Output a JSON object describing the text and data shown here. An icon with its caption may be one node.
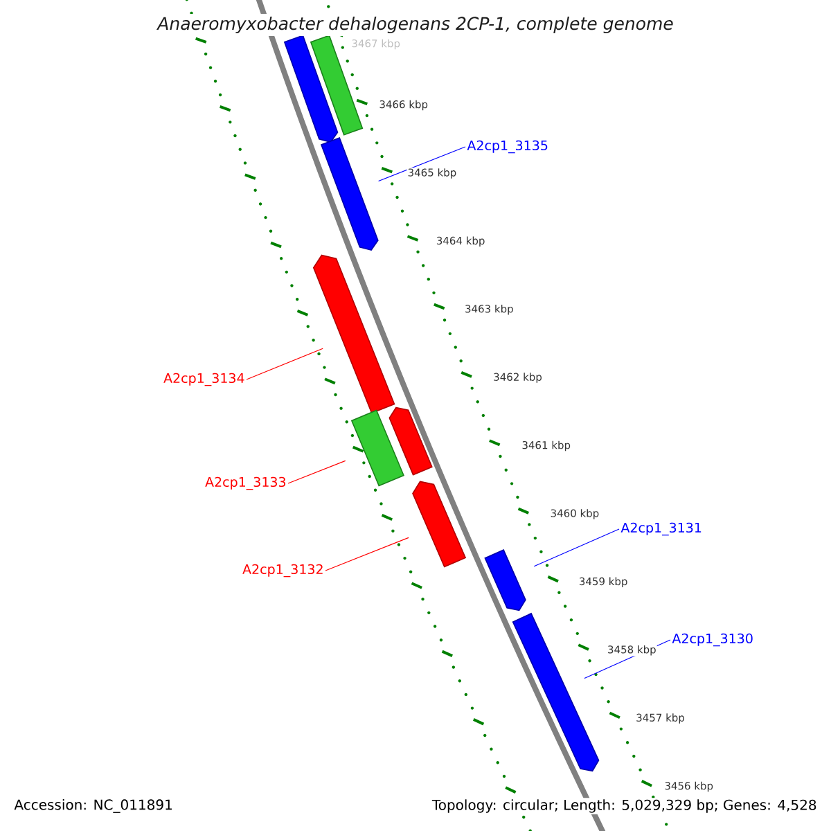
{
  "diagram": {
    "title": "Anaeromyxobacter dehalogenans 2CP-1, complete genome",
    "nodes": [
      {
        "text": [],
        "shape": "bar"
      },
      {
        "text": [],
        "shape": "box"
      },
      {
        "text": [
          "A2cp1_3135"
        ]
      },
      {
        "text": [],
        "shape": "bar"
      },
      {
        "text": [],
        "shape": "bar"
      },
      {
        "text": [
          "A2cp1_3134"
        ]
      },
      {
        "text": [],
        "shape": "bar"
      },
      {
        "text": [],
        "shape": "box"
      },
      {
        "text": [
          "A2cp1_3133"
        ]
      },
      {
        "text": [],
        "shape": "bar"
      },
      {
        "text": [
          "A2cp1_3132"
        ]
      },
      {
        "text": [
          "A2cp1_3131"
        ]
      },
      {
        "text": [],
        "shape": "bar"
      },
      {
        "text": [
          "A2cp1_3130"
        ]
      },
      {
        "text": [],
        "shape": "bar"
      }
    ],
    "edges": [
      {
        "from": 2,
        "to": 3,
        "arrow": "none",
        "color": "#0000ff"
      },
      {
        "from": 5,
        "to": 4,
        "arrow": "none",
        "color": "#ff0000"
      },
      {
        "from": 8,
        "to": 7,
        "arrow": "none",
        "color": "#ff0000"
      },
      {
        "from": 10,
        "to": 9,
        "arrow": "none",
        "color": "#ff0000"
      },
      {
        "from": 11,
        "to": 12,
        "arrow": "none",
        "color": "#0000ff"
      },
      {
        "from": 13,
        "to": 14,
        "arrow": "none",
        "color": "#0000ff"
      }
    ],
    "labels": [
      "3467 kbp",
      "3466 kbp",
      "3465 kbp",
      "3464 kbp",
      "3463 kbp",
      "3462 kbp",
      "3461 kbp",
      "3460 kbp",
      "3459 kbp",
      "3458 kbp",
      "3457 kbp",
      "3456 kbp",
      "Accession: NC_011891",
      "Topology: circular; Length: 5,029,329 bp; Genes: 4,528"
    ]
  }
}
